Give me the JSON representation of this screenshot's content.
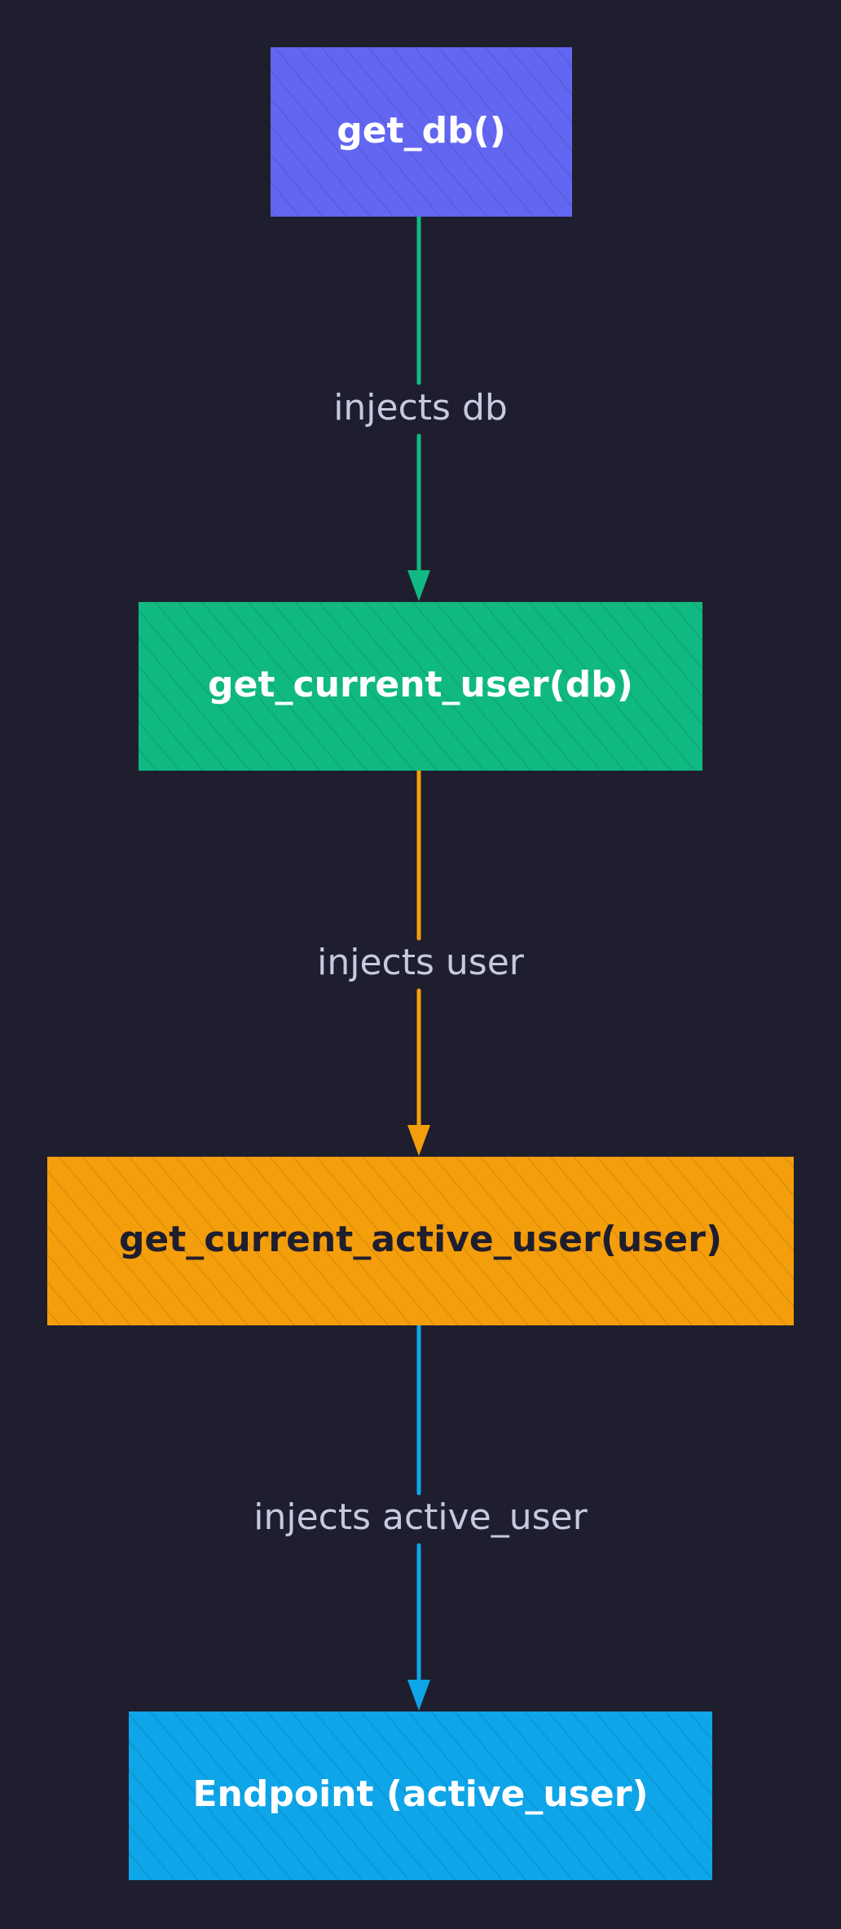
{
  "background": "#1f1e2e",
  "nodes": [
    {
      "id": "get_db",
      "label": "get_db()",
      "fill": "#6366f1",
      "text_color": "#ffffff"
    },
    {
      "id": "get_current_user",
      "label": "get_current_user(db)",
      "fill": "#10b981",
      "text_color": "#ffffff"
    },
    {
      "id": "get_current_active_user",
      "label": "get_current_active_user(user)",
      "fill": "#f59e0b",
      "text_color": "#1f1e2e"
    },
    {
      "id": "endpoint",
      "label": "Endpoint (active_user)",
      "fill": "#0ea5e9",
      "text_color": "#ffffff"
    }
  ],
  "edges": [
    {
      "from": "get_db",
      "to": "get_current_user",
      "label": "injects db",
      "color": "#10b981"
    },
    {
      "from": "get_current_user",
      "to": "get_current_active_user",
      "label": "injects user",
      "color": "#f59e0b"
    },
    {
      "from": "get_current_active_user",
      "to": "endpoint",
      "label": "injects active_user",
      "color": "#0ea5e9"
    }
  ],
  "edge_label_color": "#c7c9e0"
}
